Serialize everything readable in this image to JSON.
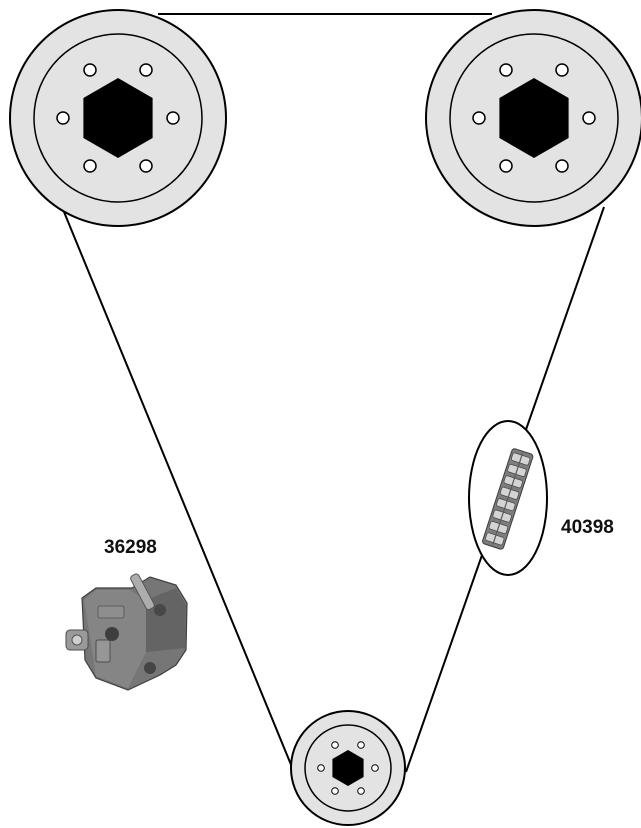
{
  "labels": {
    "tensioner_part_number": "36298",
    "chain_part_number": "40398"
  },
  "colors": {
    "sprocket_fill": "#e3e3e3",
    "outline": "#000000",
    "hub": "#000000",
    "bolt_hole": "#ffffff",
    "part_metal": "#6f6f6f"
  },
  "components": {
    "upper_left_sprocket": "camshaft-sprocket",
    "upper_right_sprocket": "camshaft-sprocket",
    "lower_sprocket": "crankshaft-sprocket",
    "chain": "timing-chain",
    "tensioner": "chain-tensioner",
    "chain_detail": "chain-link-callout"
  }
}
